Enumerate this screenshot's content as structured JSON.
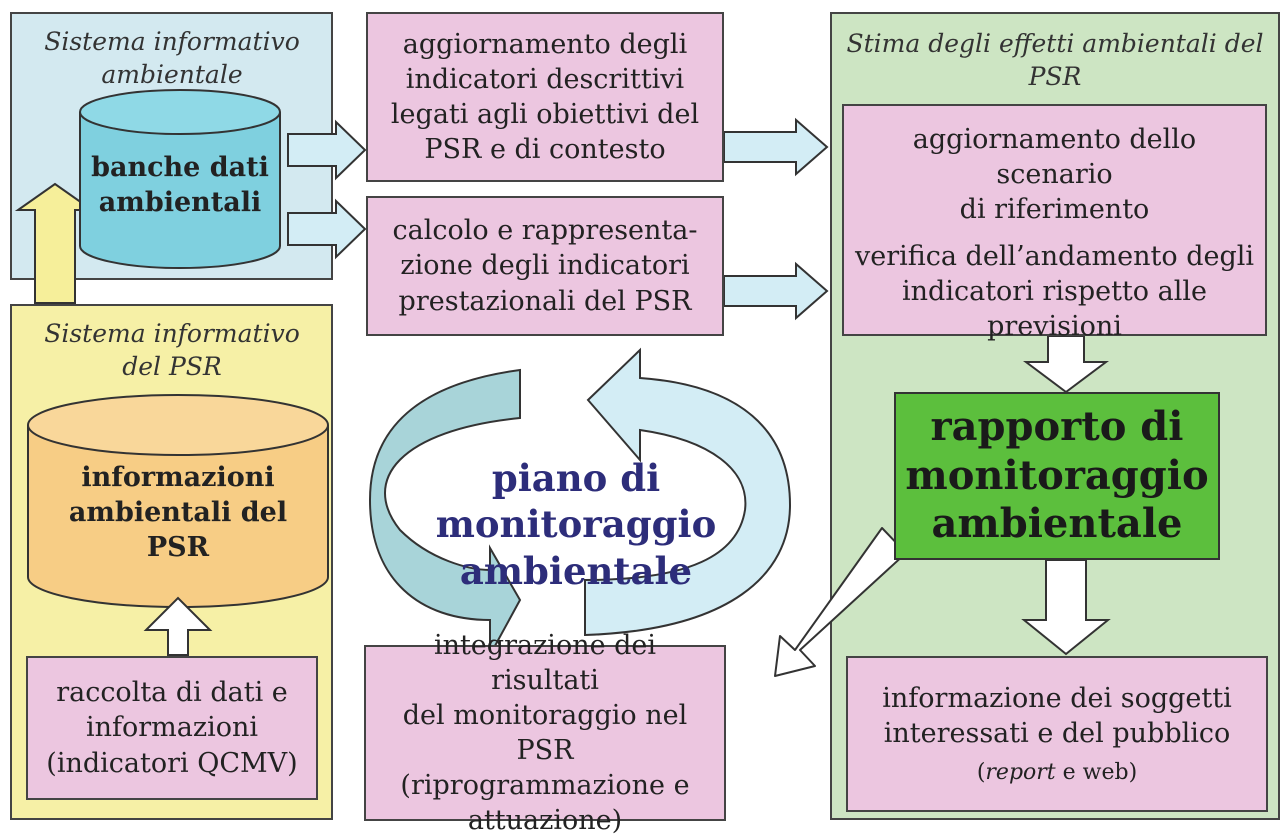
{
  "panels": {
    "env_info_title": [
      "Sistema informativo",
      "ambientale"
    ],
    "psr_info_title": [
      "Sistema informativo",
      "del PSR"
    ],
    "effects_title": [
      "Stima degli effetti ambientali del",
      "PSR"
    ]
  },
  "cylinders": {
    "env_db": [
      "banche dati",
      "ambientali"
    ],
    "psr_info": [
      "informazioni",
      "ambientali del",
      "PSR"
    ]
  },
  "boxes": {
    "update_desc": [
      "aggiornamento degli",
      "indicatori descrittivi",
      "legati agli obiettivi del",
      "PSR e di contesto"
    ],
    "calc_perf": [
      "calcolo e rappresenta-",
      "zione degli indicatori",
      "prestazionali del PSR"
    ],
    "scenario": [
      "aggiornamento dello scenario",
      "di riferimento"
    ],
    "verify": [
      "verifica dell’andamento degli",
      "indicatori rispetto alle",
      "previsioni"
    ],
    "collect": [
      "raccolta di dati e",
      "informazioni",
      "(indicatori QCMV)"
    ],
    "integration": [
      "integrazione dei risultati",
      "del monitoraggio nel PSR",
      "(riprogrammazione e",
      "attuazione)"
    ],
    "info_public": [
      "informazione dei soggetti",
      "interessati e del pubblico"
    ],
    "info_public_note_italic": "report",
    "info_public_note_rest": " e web)",
    "info_public_note_open": "("
  },
  "report_box": [
    "rapporto di",
    "monitoraggio",
    "ambientale"
  ],
  "center_label": [
    "piano di monitoraggio",
    "ambientale"
  ],
  "colors": {
    "panel_blue": "#d3e9f0",
    "panel_yellow": "#f6f0a6",
    "panel_green": "#cde5c3",
    "box_pink": "#ecc6e0",
    "cylinder_cyan": "#7fd0df",
    "cylinder_orange": "#f7cd85",
    "report_green": "#5cbf3d",
    "arrow_lightblue": "#d3edf5",
    "arrow_yellow": "#f6ef9a",
    "center_text": "#2d2d7a"
  }
}
